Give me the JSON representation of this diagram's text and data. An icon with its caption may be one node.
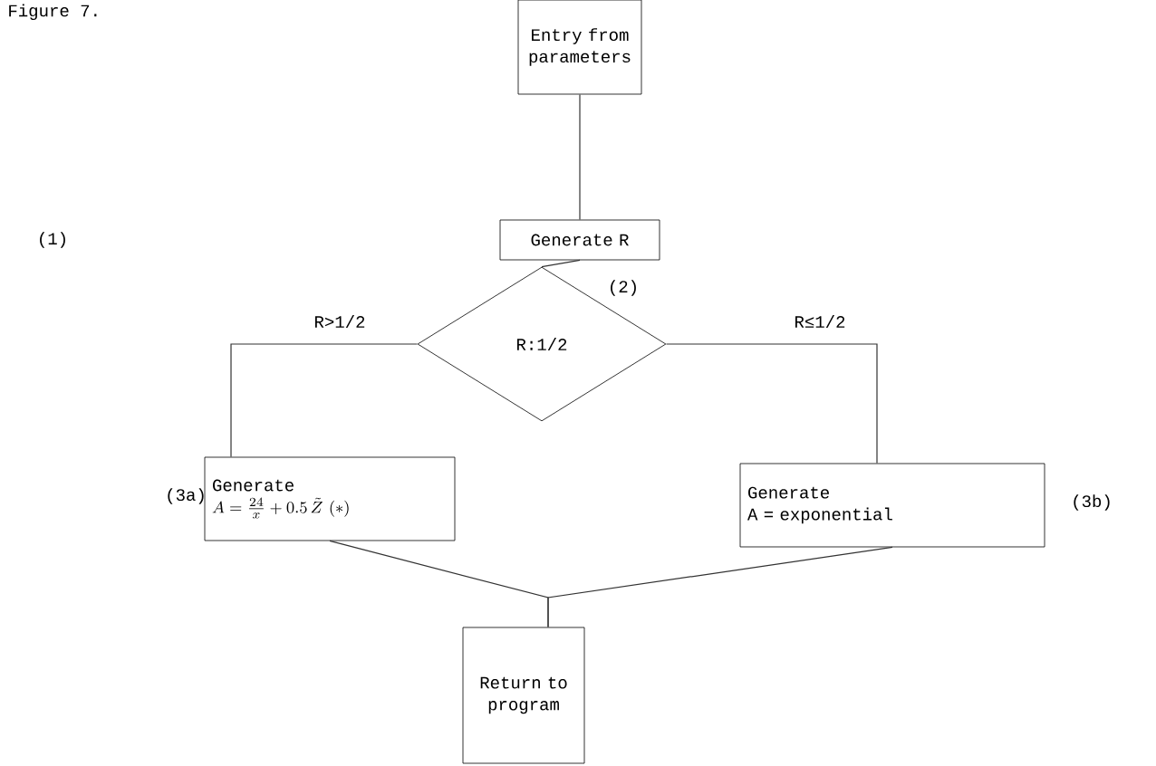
{
  "diagram": {
    "title": "Figure 7.",
    "nodes": [
      {
        "text": [
          "Entry from parameters"
        ]
      },
      {
        "text": [
          "Generate R"
        ]
      },
      {
        "text": [
          "R:1/2"
        ],
        "beside": [
          "(2)"
        ]
      },
      {
        "text": [
          "Generate",
          "A = \\frac{24}{x} + 0.5\\,\\tilde{Z}\\ (\\ast)"
        ],
        "beside": [
          "(3a)"
        ]
      },
      {
        "text": [
          "Generate",
          "A = exponential"
        ],
        "beside": [
          "(3b)"
        ]
      },
      {
        "text": [
          "Return to program"
        ]
      }
    ],
    "edges": [
      {
        "from": 0,
        "to": 1,
        "arrow": "none"
      },
      {
        "from": 1,
        "to": 2,
        "arrow": "none"
      },
      {
        "from": 2,
        "to": 3,
        "arrow": "none",
        "label": "R>1/2"
      },
      {
        "from": 2,
        "to": 4,
        "arrow": "none",
        "label": "R≤1/2"
      },
      {
        "from": 3,
        "to": 5,
        "arrow": "none"
      },
      {
        "from": 4,
        "to": 5,
        "arrow": "none"
      }
    ],
    "labels": [
      "(1)"
    ]
  }
}
